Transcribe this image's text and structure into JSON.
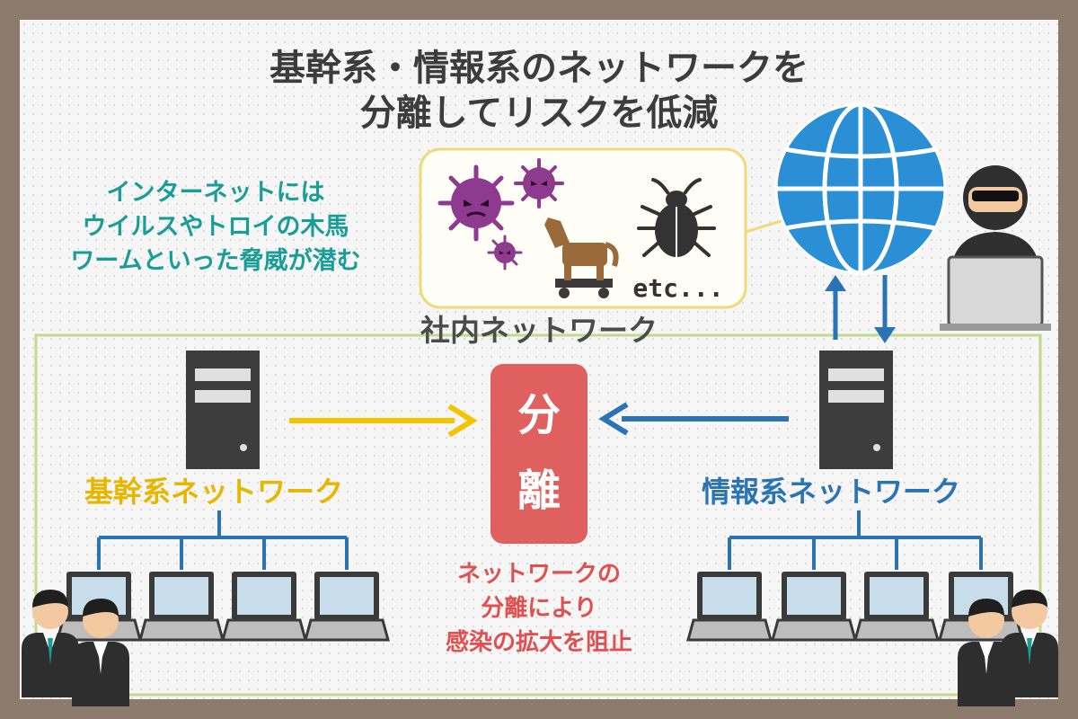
{
  "title": {
    "line1": "基幹系・情報系のネットワークを",
    "line2": "分離してリスクを低減"
  },
  "threat_note": [
    "インターネットには",
    "ウイルスやトロイの木馬",
    "ワームといった脅威が潜む"
  ],
  "threat_box": {
    "etc": "etc..."
  },
  "internal_network_label": "社内ネットワーク",
  "core_network_label": "基幹系ネットワーク",
  "info_network_label": "情報系ネットワーク",
  "separation": {
    "char1": "分",
    "char2": "離"
  },
  "separation_effect": [
    "ネットワークの",
    "分離により",
    "感染の拡大を阻止"
  ],
  "colors": {
    "frame": "#8c7b6d",
    "title": "#3c3c3c",
    "teal_text": "#1a9d97",
    "core_yellow": "#e6b700",
    "arrow_yellow": "#f5c400",
    "info_blue": "#2a73b5",
    "separation_red": "#e06060",
    "network_border": "#c5d98a",
    "threat_border": "#efd97a",
    "virus_purple": "#8e3a8e",
    "globe_blue": "#2b8fd6",
    "server_dark": "#3d3d3d"
  },
  "icons": [
    "virus-icon",
    "trojan-horse-icon",
    "bug-icon",
    "globe-icon",
    "hacker-icon",
    "server-icon",
    "laptop-icon",
    "businessperson-icon"
  ]
}
